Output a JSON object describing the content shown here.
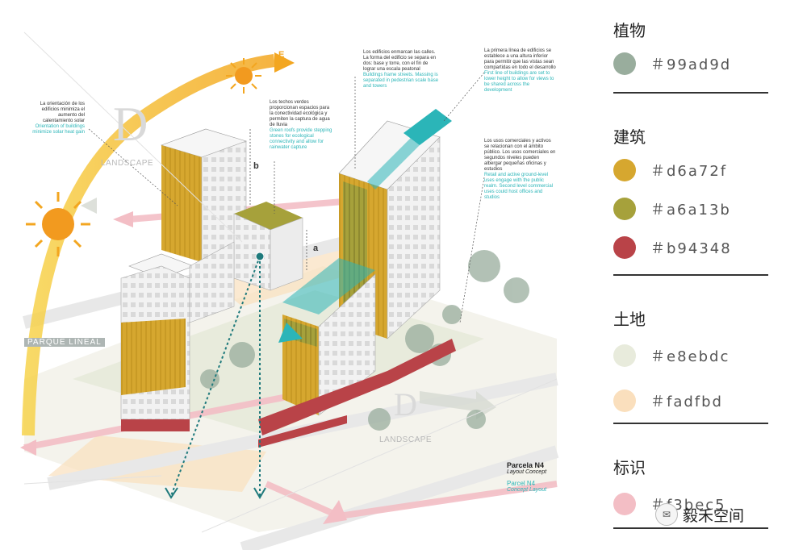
{
  "legend": {
    "sections": [
      {
        "title": "植物",
        "colors": [
          {
            "hex": "#99ad9d",
            "label": "＃99ad9d"
          }
        ]
      },
      {
        "title": "建筑",
        "colors": [
          {
            "hex": "#d6a72f",
            "label": "＃d6a72f"
          },
          {
            "hex": "#a6a13b",
            "label": "＃a6a13b"
          },
          {
            "hex": "#b94348",
            "label": "＃b94348"
          }
        ]
      },
      {
        "title": "土地",
        "colors": [
          {
            "hex": "#e8ebdc",
            "label": "＃e8ebdc"
          },
          {
            "hex": "#fadfbd",
            "label": "＃fadfbd"
          }
        ]
      },
      {
        "title": "标识",
        "colors": [
          {
            "hex": "#f3bec5",
            "label": "＃f3bec5"
          }
        ]
      }
    ],
    "brand": "毅禾空间"
  },
  "diagram": {
    "sun_label": "E",
    "dim_a": "a",
    "dim_b": "b",
    "street_label": "PARQUE LINEAL",
    "watermark_letter": "D",
    "watermark_text": "LANDSCAPE",
    "title": {
      "line1": "Parcela N4",
      "line2": "Layout Concept",
      "line3": "Parcel N4",
      "line4": "Concept Layout"
    },
    "annotations": [
      {
        "es": "La orientación de los edificios minimiza el aumento del calentamiento solar",
        "en": "Orientation of buildings minimize solar heat gain"
      },
      {
        "es": "Los techos verdes proporcionan espacios para la conectividad ecológica y permiten la captura de agua de lluvia",
        "en": "Green roofs provide stepping stones for ecological connectivity and allow for rainwater capture"
      },
      {
        "es": "Los edificios enmarcan las calles. La forma del edificio se separa en dos: base y torre, con el fin de lograr una escala peatonal",
        "en": "Buildings frame streets. Massing is separated in pedestrian scale base and towers"
      },
      {
        "es": "La primera línea de edificios se establece a una altura inferior para permitir que las vistas sean compartidas en todo el desarrollo",
        "en": "First line of buildings are set to lower height to allow for views to be shared across the development"
      },
      {
        "es": "Los usos comerciales y activos se relacionan con el ámbito público. Los usos comerciales en segundos niveles pueden albergar pequeñas oficinas y estudios",
        "en": "Retail and active ground-level uses engage with the public realm. Second level commercial uses could host offices and studios"
      }
    ]
  },
  "colors": {
    "yellow": "#d6a72f",
    "olive": "#a6a13b",
    "red": "#b94348",
    "plants": "#99ad9d",
    "land1": "#e8ebdc",
    "land2": "#fadfbd",
    "pink": "#f3bec5",
    "teal": "#2bb5b8"
  }
}
